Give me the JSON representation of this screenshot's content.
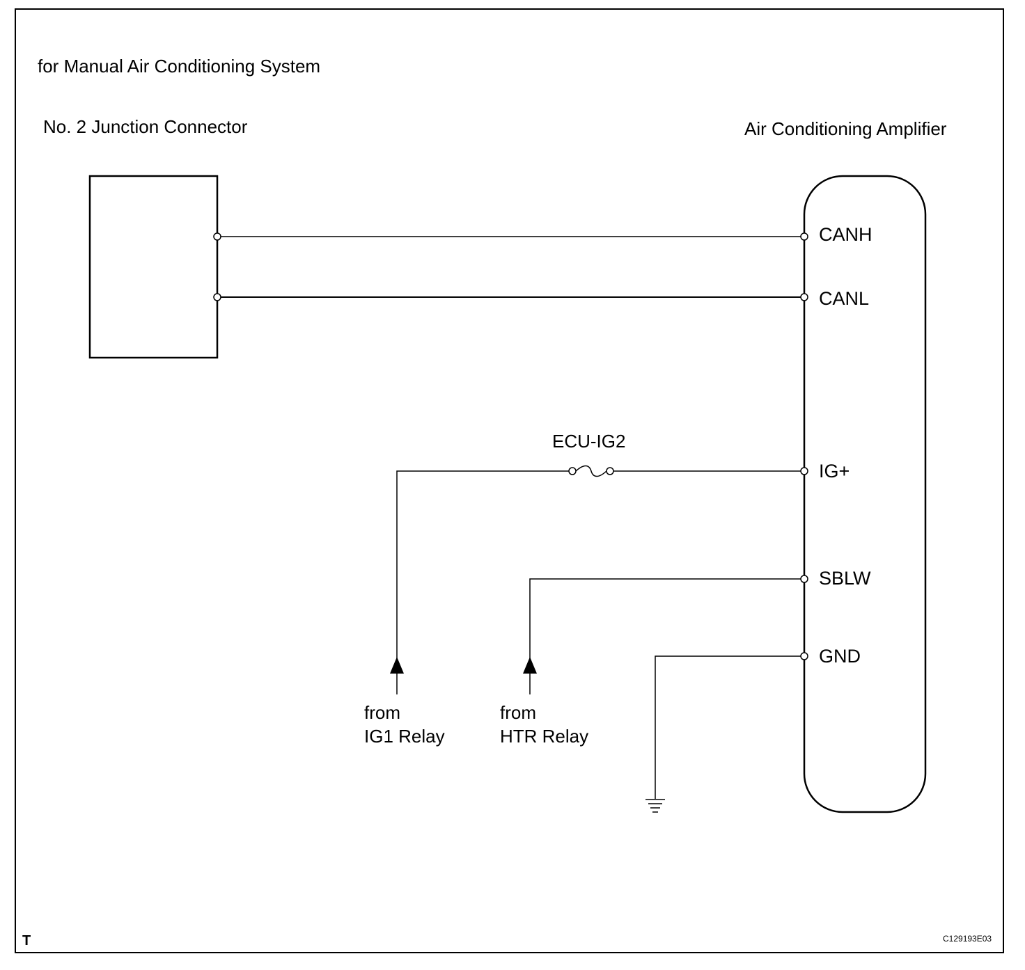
{
  "header": {
    "subtitle": "for Manual Air Conditioning System"
  },
  "components": {
    "junction_connector": {
      "label": "No. 2 Junction Connector"
    },
    "amplifier": {
      "label": "Air Conditioning Amplifier"
    }
  },
  "pins": {
    "canh": "CANH",
    "canl": "CANL",
    "ig_plus": "IG+",
    "sblw": "SBLW",
    "gnd": "GND"
  },
  "fuse": {
    "label": "ECU-IG2"
  },
  "sources": {
    "ig1_line1": "from",
    "ig1_line2": "IG1 Relay",
    "htr_line1": "from",
    "htr_line2": "HTR Relay"
  },
  "footer": {
    "marker": "T",
    "code": "C129193E03"
  }
}
